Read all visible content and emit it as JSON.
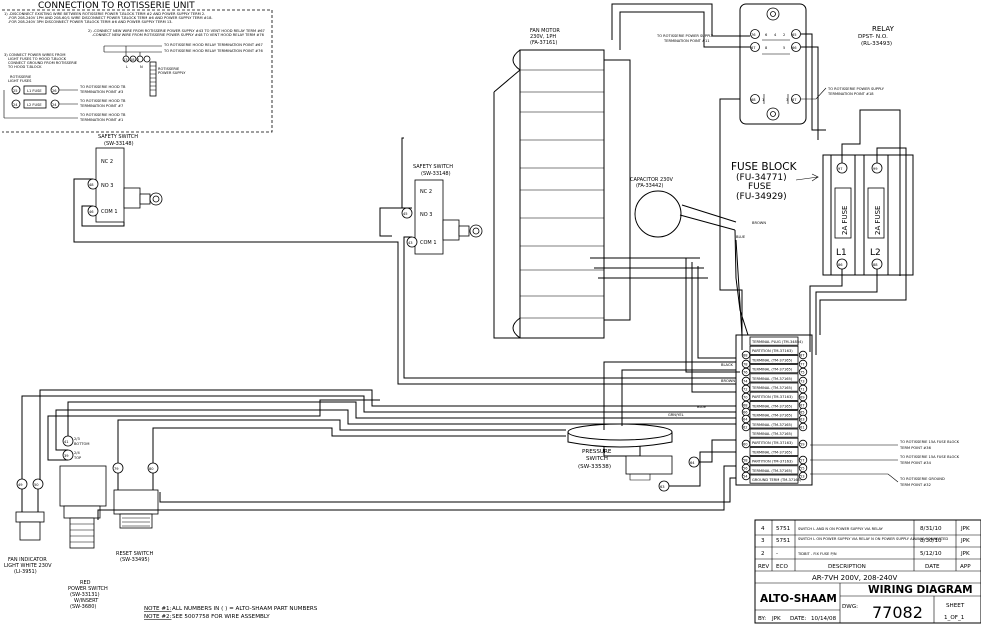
{
  "header": {
    "title": "CONNECTION TO ROTISSERIE UNIT",
    "notes": [
      "1) -DISCONNECT EXISTING WIRE BETWEEN ROTISSERIE POWER T-BLOCK TERM #2 AND POWER SUPPLY TERM 2.",
      "-FOR 208-240V 1PH AND 208-60/1 WIRE DISCONNECT POWER T-BLOCK TERM #6 AND POWER SUPPLY TERM #18.",
      "-FOR 208-240V 3PH DISCONNECT POWER T-BLOCK TERM #6 AND POWER SUPPLY TERM 13."
    ],
    "note2": [
      "2) -CONNECT NEW WIRE FROM ROTISSERIE POWER SUPPLY #43 TO VENT HOOD RELAY TERM #67",
      "-CONNECT NEW WIRE FROM ROTISSERIE POWER SUPPLY #48 TO VENT HOOD RELAY TERM #76"
    ],
    "note2b": [
      "TO ROTISSERIE HOOD RELAY TERMINATION POINT #67",
      "TO ROTISSERIE HOOD RELAY TERMINATION POINT #76"
    ],
    "note3": [
      "3) CONNECT POWER WIRES FROM",
      "LIGHT FUSES TO HOOD T-BLOCK",
      "CONNECT GROUND FROM ROTISSERIE",
      "TO HOOD T-BLOCK"
    ],
    "rot_light_fuses": [
      "ROTISSERIE",
      "LIGHT FUSES"
    ],
    "l1_fuse": "L1 FUSE",
    "l2_fuse": "L2 FUSE",
    "fuse_nodes": [
      "25",
      "26",
      "24",
      "24"
    ],
    "fuse_targets": [
      "TO ROTISSERIE HOOD TB",
      "TERMINATION POINT #3",
      "TO ROTISSERIE HOOD TB",
      "TERMINATION POINT #7",
      "TO ROTISSERIE HOOD TB",
      "TERMINATION POINT #1"
    ],
    "rot_power_supply": [
      "ROTISSERIE",
      "POWER SUPPLY"
    ],
    "ps_terms": [
      "13",
      "18",
      "2"
    ],
    "ps_letters": [
      "L",
      "N"
    ]
  },
  "safety_left": {
    "title": "SAFETY SWITCH",
    "part": "(SW-33148)",
    "terms": [
      "NC 2",
      "NO 3",
      "COM 1"
    ],
    "nodes": [
      "48",
      "46"
    ]
  },
  "safety_right": {
    "title": "SAFETY SWITCH",
    "part": "(SW-33148)",
    "terms": [
      "NC 2",
      "NO 3",
      "COM 1"
    ],
    "nodes": [
      "45",
      "43"
    ]
  },
  "fan_motor": {
    "label": "FAN MOTOR",
    "volt": "230V, 1PH",
    "part": "(FA-37161)"
  },
  "capacitor": {
    "label": "CAPACITOR 230V",
    "part": "(FA-33442)"
  },
  "wire_labels": {
    "brown": "BROWN",
    "blue": "BLUE",
    "black": "BLACK",
    "brown2": "BROWN",
    "blue2": "BLUE",
    "grn": "GRN/YEL"
  },
  "relay": {
    "title": "RELAY",
    "part": "DPST- N.O.",
    "part_no": "(RL-33493)",
    "to_power_11": [
      "TO ROTISSERIE POWER SUPPLY",
      "TERMINATION POINT #11"
    ],
    "to_power_18": [
      "TO ROTISSERIE POWER SUPPLY",
      "TERMINATION POINT #18"
    ],
    "nodes": [
      "76",
      "65",
      "67",
      "66",
      "68",
      "67"
    ],
    "contacts": [
      "6",
      "4",
      "2",
      "8",
      "5",
      "1",
      "3"
    ]
  },
  "fuse_block": {
    "title": "FUSE BLOCK",
    "part": "(FU-34771)",
    "fuse": "FUSE",
    "fuse_part": "(FU-34929)",
    "fuse1": "2A FUSE",
    "fuse2": "2A FUSE",
    "l1": "L1",
    "l2": "L2",
    "nodes": [
      "97",
      "99",
      "86",
      "88"
    ]
  },
  "terminal": {
    "rows": [
      "TERMINAL PLUG (TM-34854)",
      "PARTITION (TM-37163)",
      "TERMINAL (TM-37165)",
      "TERMINAL (TM-37165)",
      "TERMINAL (TM-37165)",
      "TERMINAL (TM-37165)",
      "PARTITION (TM-37163)",
      "TERMINAL (TM-37165)",
      "TERMINAL (TM-37165)",
      "TERMINAL (TM-37165)",
      "TERMINAL (TM-37165)",
      "PARTITION (TM-37163)",
      "TERMINAL (TM-37165)",
      "PARTITION (TM-37163)",
      "TERMINAL (TM-37165)",
      "GROUND TERM (TM-37165)"
    ],
    "nodes_left": [
      "88",
      "78",
      "76",
      "74",
      "72",
      "70",
      "68",
      "66",
      "64",
      "62",
      "60",
      "58",
      "56",
      "54"
    ],
    "nodes_right": [
      "87",
      "77",
      "75",
      "73",
      "71",
      "69",
      "67",
      "65",
      "63",
      "61",
      "59",
      "57",
      "55",
      "53"
    ],
    "to_fuse_36": [
      "TO ROTISSERIE 15A FUSE BLOCK",
      "TERM POINT #36"
    ],
    "to_fuse_34": [
      "TO ROTISSERIE 15A FUSE BLOCK",
      "TERM POINT #34"
    ],
    "to_ground": [
      "TO ROTISSERIE GROUND",
      "TERM POINT #32"
    ]
  },
  "pressure": {
    "label": "PRESSURE",
    "label2": "SWITCH",
    "part": "(SW-33538)",
    "nodes": [
      "64",
      "63"
    ]
  },
  "bottom_left": {
    "led_nodes": [
      "49",
      "50"
    ],
    "led_label": [
      "FAN INDICATOR",
      "LIGHT WHITE 230V",
      "(LI-3951)"
    ],
    "rocker_nodes": [
      "41",
      "39"
    ],
    "rocker_terms": [
      "2/3",
      "BOTTOM",
      "2/4",
      "TOP"
    ],
    "rocker_label": [
      "RED",
      "POWER SWITCH",
      "(SW-33131)",
      "W/INSERT",
      "(SW-3680)"
    ],
    "reset_nodes": [
      "79",
      "80"
    ],
    "reset_label": [
      "RESET SWITCH",
      "(SW-33495)"
    ]
  },
  "notes_footer": {
    "note1_tag": "NOTE #1:",
    "note1": "ALL NUMBERS IN ( ) = ALTO-SHAAM PART NUMBERS",
    "note2_tag": "NOTE #2:",
    "note2": "SEE 5007758 FOR WIRE ASSEMBLY"
  },
  "title_block": {
    "revisions": [
      {
        "rev": "4",
        "eco": "5751",
        "desc": "SWITCH L AND N ON POWER SUPPLY VIA RELAY",
        "date": "8/31/10",
        "app": "JPK"
      },
      {
        "rev": "3",
        "eco": "5751",
        "desc": "SWITCH L ON POWER SUPPLY VIA RELAY  N ON POWER SUPPLY ALWAYS CONNECTED",
        "date": "8/30/10",
        "app": "JPK"
      },
      {
        "rev": "2",
        "eco": "-",
        "desc": "TIDBIT - FIX FUSE P/N",
        "date": "5/12/10",
        "app": "JPK"
      }
    ],
    "col_rev": "REV",
    "col_eco": "ECO",
    "col_desc": "DESCRIPTION",
    "col_date": "DATE",
    "col_app": "APP",
    "model": "AR-7VH 200V, 208-240V",
    "brand": "ALTO-SHAAM",
    "doc_title": "WIRING DIAGRAM",
    "dwg_label": "DWG:",
    "dwg_no": "77082",
    "by": "BY:",
    "by_val": "JPK",
    "date_label": "DATE:",
    "date_val": "10/14/08",
    "sheet_label": "SHEET",
    "sheet_val": "1_OF_1"
  }
}
